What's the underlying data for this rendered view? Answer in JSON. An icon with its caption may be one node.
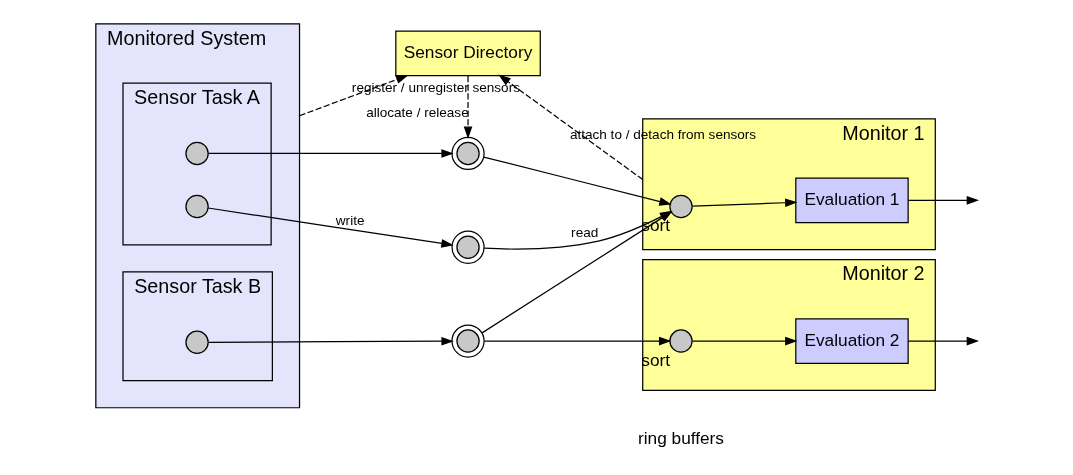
{
  "diagram": {
    "nodes": [
      {
        "text": [
          "Sensor Directory"
        ]
      },
      {
        "text": [
          "Monitored System"
        ]
      },
      {
        "text": [
          "Sensor Task A"
        ],
        "in": 1
      },
      {
        "text": [],
        "shape": "circle",
        "in": 2
      },
      {
        "text": [],
        "shape": "circle",
        "in": 2
      },
      {
        "text": [
          "Sensor Task B"
        ],
        "in": 1
      },
      {
        "text": [],
        "shape": "circle",
        "in": 5
      },
      {
        "text": [],
        "shape": "ring"
      },
      {
        "text": [],
        "shape": "ring"
      },
      {
        "text": [],
        "shape": "ring"
      },
      {
        "text": [
          "Monitor 1"
        ]
      },
      {
        "text": [],
        "shape": "circle",
        "in": 10,
        "beside": [
          "sort"
        ]
      },
      {
        "text": [
          "Evaluation 1"
        ],
        "in": 10
      },
      {
        "text": [
          "Monitor 2"
        ]
      },
      {
        "text": [],
        "shape": "circle",
        "in": 13,
        "beside": [
          "sort"
        ]
      },
      {
        "text": [
          "Evaluation 2"
        ],
        "in": 13
      }
    ],
    "edges": [
      {
        "from": 1,
        "to": 0,
        "arrow": "to",
        "style": "dashed",
        "label": "register / unregister sensors"
      },
      {
        "from": 0,
        "to": 7,
        "arrow": "to",
        "style": "dashed",
        "label": "allocate / release"
      },
      {
        "from": 10,
        "to": 0,
        "arrow": "to",
        "style": "dashed",
        "label": "attach to / detach from sensors"
      },
      {
        "from": 3,
        "to": 7,
        "arrow": "to"
      },
      {
        "from": 4,
        "to": 8,
        "arrow": "to",
        "label": "write"
      },
      {
        "from": 6,
        "to": 9,
        "arrow": "to"
      },
      {
        "from": 7,
        "to": 11,
        "arrow": "to"
      },
      {
        "from": 8,
        "to": 11,
        "arrow": "to",
        "label": "read"
      },
      {
        "from": 9,
        "to": 11,
        "arrow": "to"
      },
      {
        "from": 9,
        "to": 14,
        "arrow": "to"
      },
      {
        "from": 11,
        "to": 12,
        "arrow": "to"
      },
      {
        "from": 14,
        "to": 15,
        "arrow": "to"
      },
      {
        "from": 12,
        "to": null,
        "arrow": "to"
      },
      {
        "from": 15,
        "to": null,
        "arrow": "to"
      }
    ],
    "labels": [
      "ring buffers"
    ]
  }
}
